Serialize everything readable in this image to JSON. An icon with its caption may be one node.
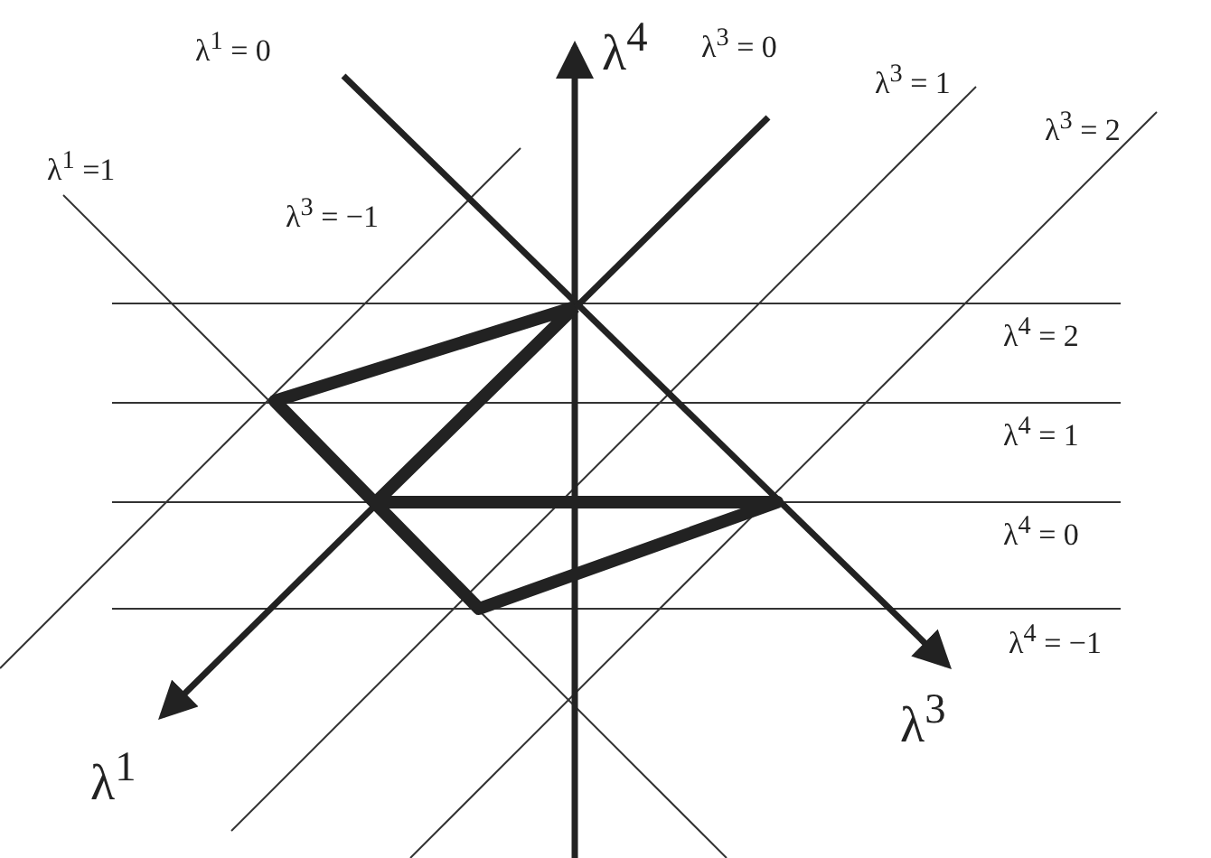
{
  "diagram": {
    "labels": [
      "λ$^{1}$ = 0",
      "λ$^{4}$",
      "λ$^{3}$ = 0",
      "λ$^{3}$ = 1",
      "λ$^{3}$ = 2",
      "λ$^{1}$ =1",
      "λ$^{3}$ = −1",
      "λ$^{4}$ = 2",
      "λ$^{4}$ = 1",
      "λ$^{4}$ = 0",
      "λ$^{4}$ = −1",
      "λ$^{1}$",
      "λ$^{3}$"
    ]
  }
}
